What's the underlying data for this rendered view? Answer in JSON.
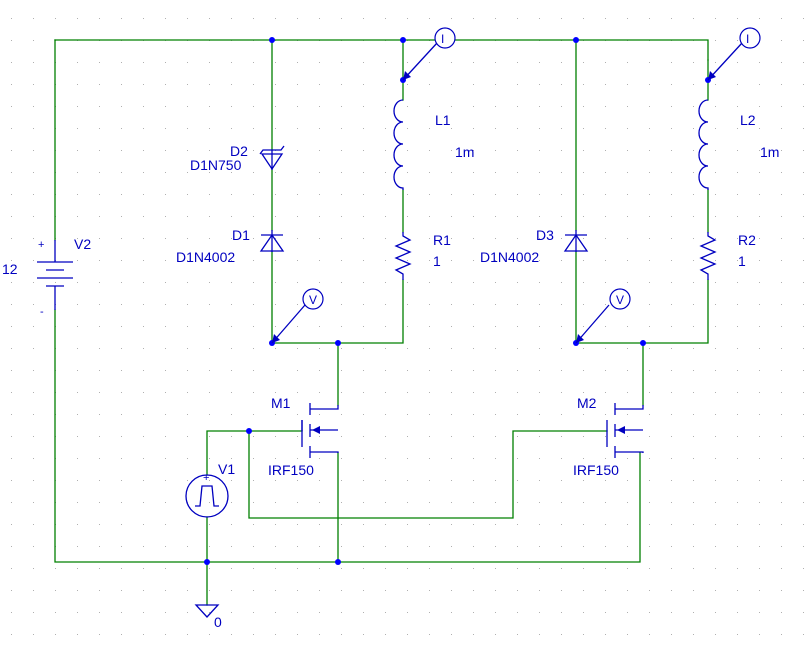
{
  "components": {
    "V2": {
      "ref": "V2",
      "value": "12",
      "plus": "+",
      "minus": "-"
    },
    "V1": {
      "ref": "V1"
    },
    "D1": {
      "ref": "D1",
      "part": "D1N4002"
    },
    "D2": {
      "ref": "D2",
      "part": "D1N750"
    },
    "D3": {
      "ref": "D3",
      "part": "D1N4002"
    },
    "L1": {
      "ref": "L1",
      "value": "1m"
    },
    "L2": {
      "ref": "L2",
      "value": "1m"
    },
    "R1": {
      "ref": "R1",
      "value": "1"
    },
    "R2": {
      "ref": "R2",
      "value": "1"
    },
    "M1": {
      "ref": "M1",
      "part": "IRF150"
    },
    "M2": {
      "ref": "M2",
      "part": "IRF150"
    },
    "GND": {
      "label": "0"
    }
  },
  "probes": {
    "current_1": "I",
    "current_2": "I",
    "voltage_1": "V",
    "voltage_2": "V"
  },
  "colors": {
    "wire": "#008000",
    "component": "#0000c0",
    "junction": "#0000ff",
    "grid_dot": "#b0b0b0"
  }
}
